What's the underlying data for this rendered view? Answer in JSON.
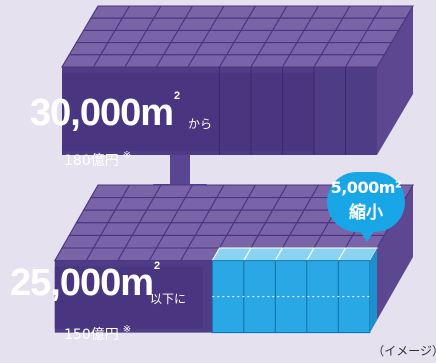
{
  "top_block": {
    "area_value": "30,000",
    "area_unit": "m",
    "area_sup": "2",
    "qualifier": "から",
    "cost": "180億円",
    "cost_note_mark": "※"
  },
  "bottom_block": {
    "area_value": "25,000",
    "area_unit": "m",
    "area_sup": "2",
    "qualifier": "以下に",
    "cost": "150億円",
    "cost_note_mark": "※"
  },
  "callout": {
    "line1": "5,000m²",
    "line2": "縮小"
  },
  "caption": "（イメージ）",
  "colors": {
    "background": "#e6e1ee",
    "block_top": "#7a64a8",
    "block_side": "#5c4790",
    "block_front": "#4f3c86",
    "label_band": "#4a3580",
    "reduced_top": "#8ad4f2",
    "reduced_front": "#2aa8e6",
    "arrow": "#5a4593",
    "callout": "#19a6e6"
  }
}
